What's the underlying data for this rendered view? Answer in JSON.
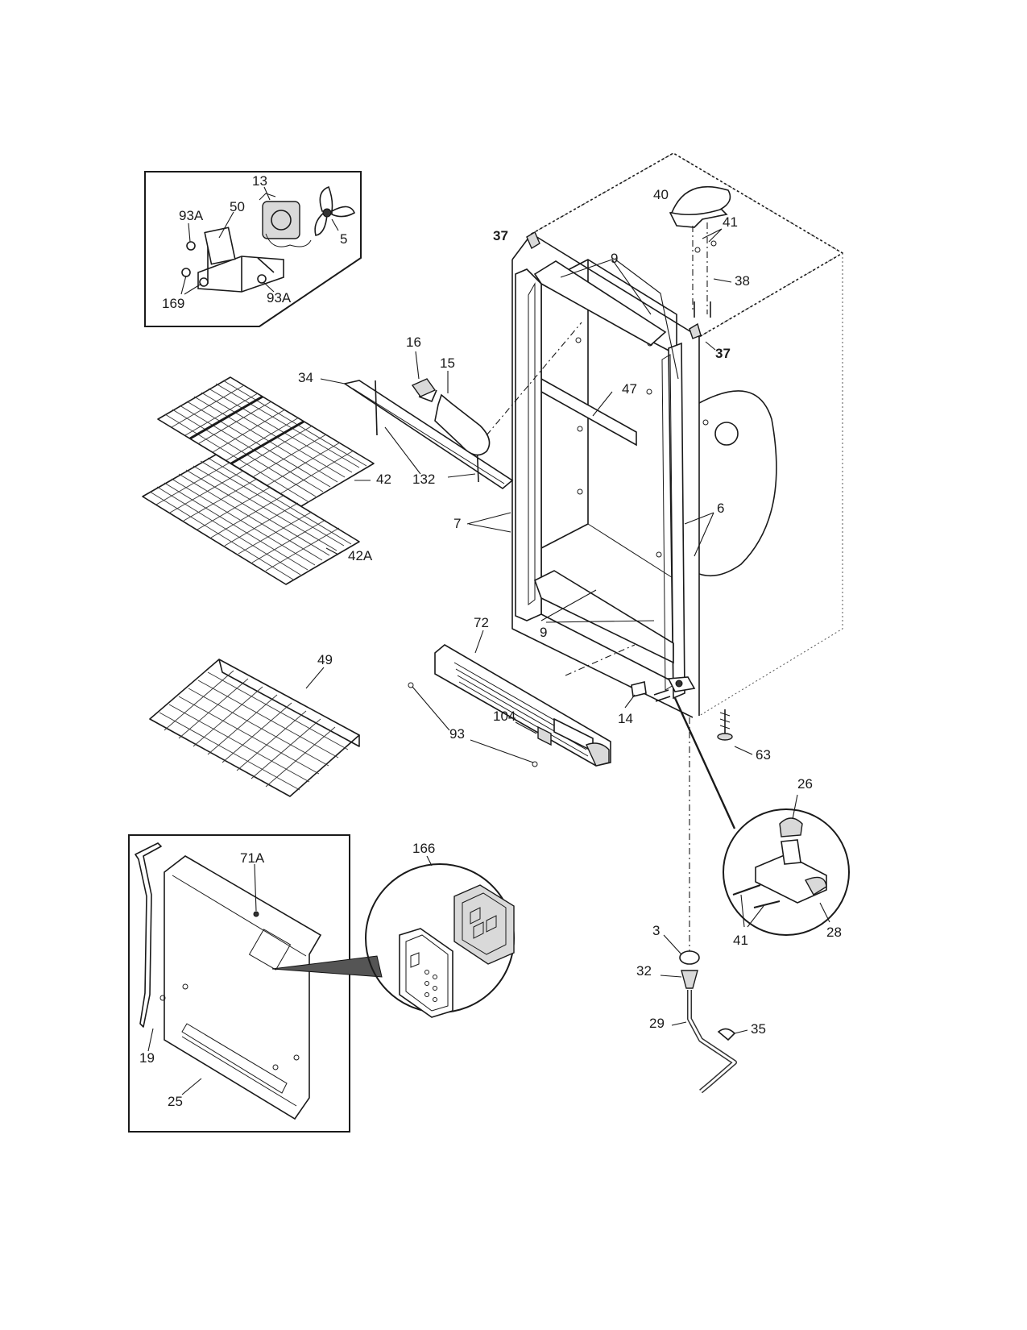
{
  "labels": {
    "p3": "3",
    "p5": "5",
    "p6": "6",
    "p7": "7",
    "p9a": "9",
    "p9b": "9",
    "p13": "13",
    "p14": "14",
    "p15": "15",
    "p16": "16",
    "p19": "19",
    "p25": "25",
    "p26": "26",
    "p28": "28",
    "p29": "29",
    "p32": "32",
    "p34": "34",
    "p35": "35",
    "p37a": "37",
    "p37b": "37",
    "p38": "38",
    "p40": "40",
    "p41a": "41",
    "p41b": "41",
    "p42": "42",
    "p42a": "42A",
    "p47": "47",
    "p49": "49",
    "p50": "50",
    "p63": "63",
    "p71a": "71A",
    "p72": "72",
    "p93": "93",
    "p93a1": "93A",
    "p93a2": "93A",
    "p104": "104",
    "p132": "132",
    "p166": "166",
    "p169": "169"
  }
}
